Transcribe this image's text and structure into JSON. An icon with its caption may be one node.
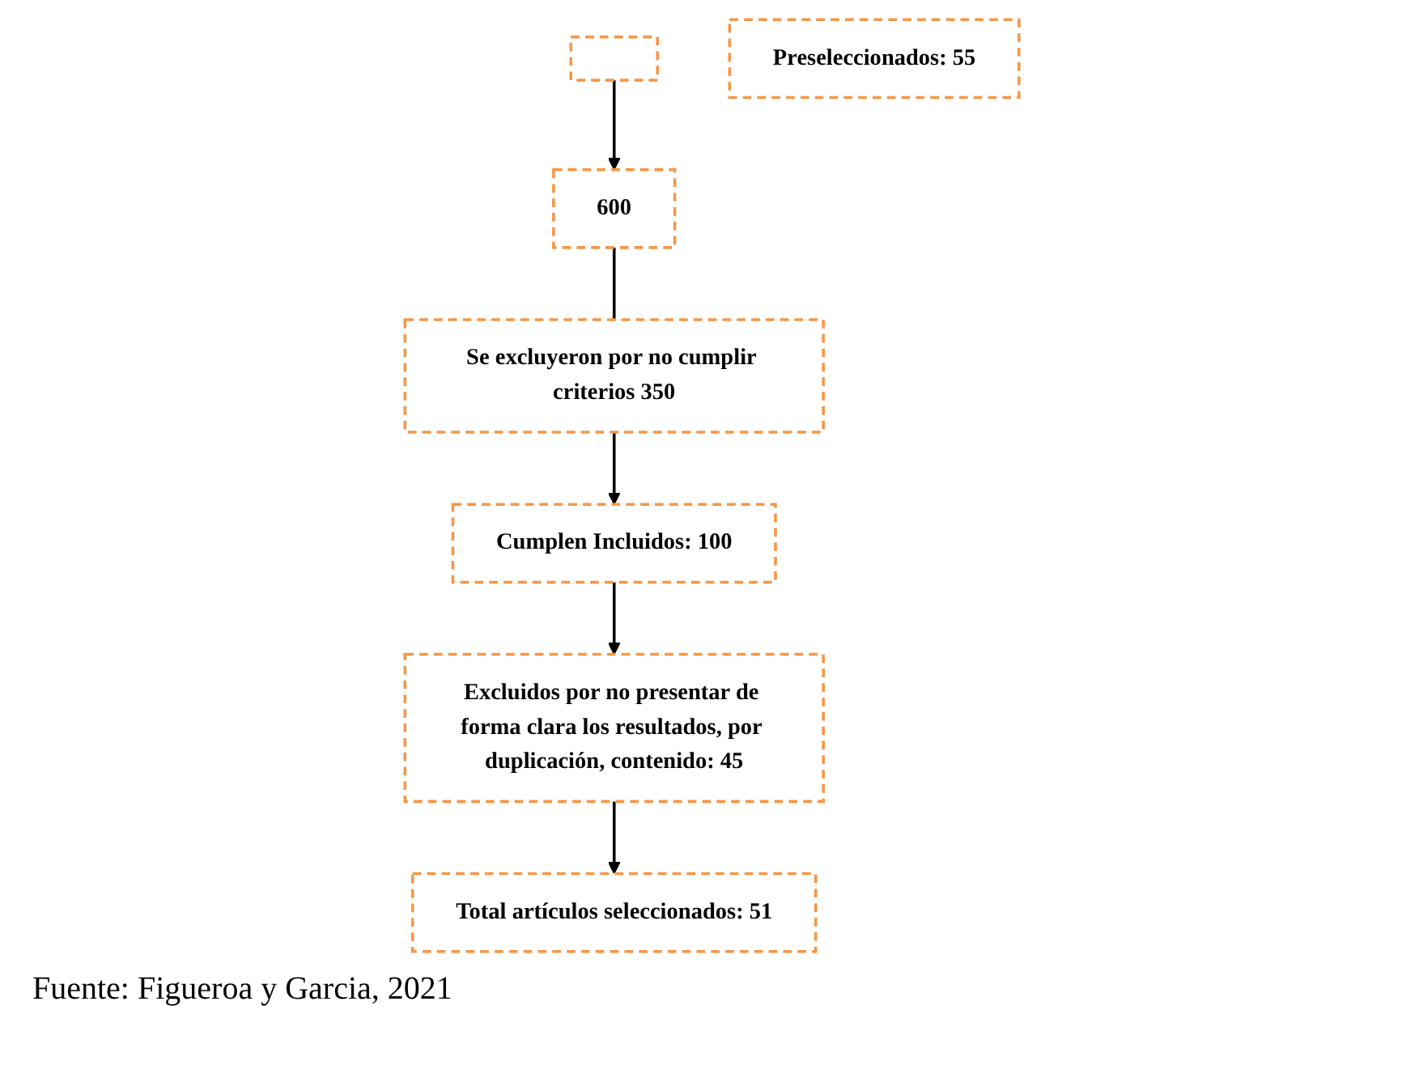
{
  "diagram": {
    "nodes": [
      {
        "text": [],
        "shape": "box"
      },
      {
        "text": [
          "600"
        ]
      },
      {
        "text": [
          "Se excluyeron por no cumplir criterios 350"
        ]
      },
      {
        "text": [
          "Cumplen Incluidos: 100"
        ]
      },
      {
        "text": [
          "Excluidos por no presentar de forma clara los resultados, por duplicación, contenido: 45"
        ]
      },
      {
        "text": [
          "Preseleccionados: 55"
        ]
      },
      {
        "text": [
          "Total artículos seleccionados: 51"
        ]
      }
    ],
    "edges": [
      {
        "from": 0,
        "to": 1,
        "arrow": "to"
      },
      {
        "from": 1,
        "to": 2,
        "arrow": "none"
      },
      {
        "from": 2,
        "to": 3,
        "arrow": "to"
      },
      {
        "from": 3,
        "to": 4,
        "arrow": "to"
      },
      {
        "from": 4,
        "to": 6,
        "arrow": "to"
      }
    ],
    "labels": [
      "Fuente: Figueroa y Garcia, 2021"
    ]
  }
}
